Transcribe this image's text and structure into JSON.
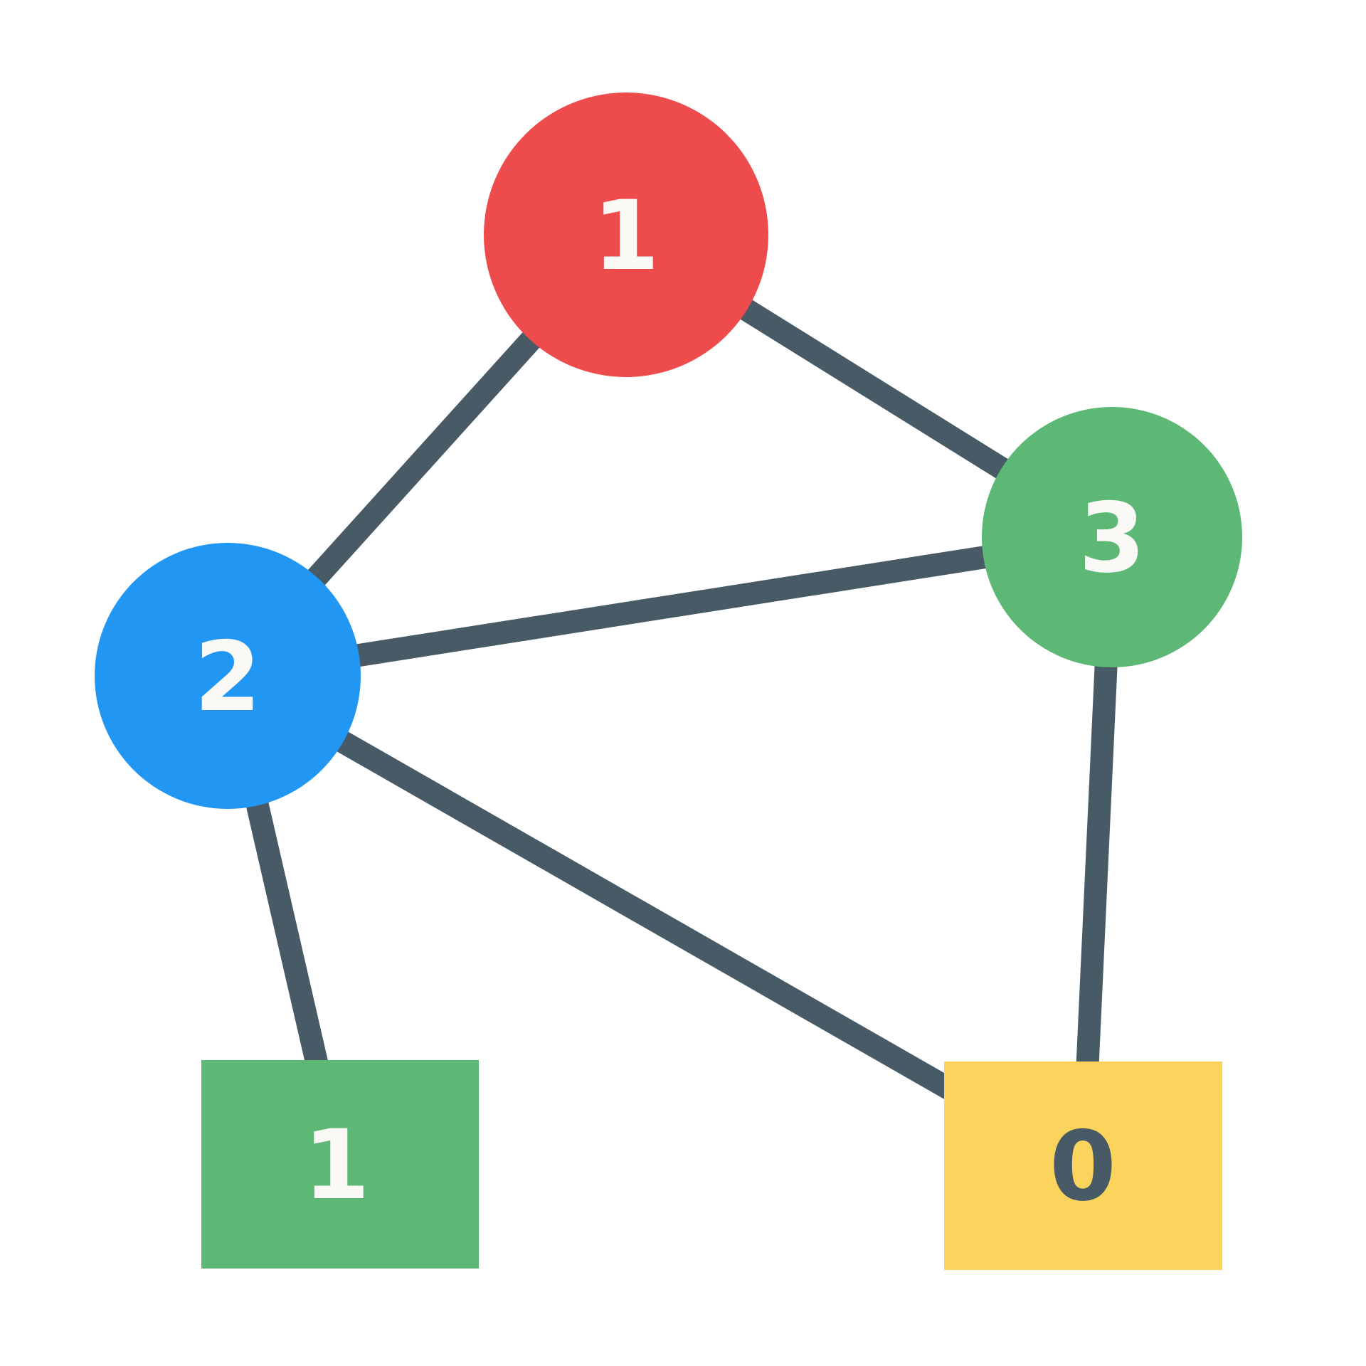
{
  "diagram": {
    "type": "network-graph",
    "background": "#ffffff",
    "edge_color": "#475a66",
    "nodes": [
      {
        "id": "node-1",
        "shape": "circle",
        "label": "1",
        "color": "#ee4c4c",
        "label_color": "#fbf9f6"
      },
      {
        "id": "node-2",
        "shape": "circle",
        "label": "2",
        "color": "#2196f3",
        "label_color": "#fbf9f6"
      },
      {
        "id": "node-3",
        "shape": "circle",
        "label": "3",
        "color": "#5cb874",
        "label_color": "#fbf9f6"
      },
      {
        "id": "box-1",
        "shape": "rect",
        "label": "1",
        "color": "#5cb874",
        "label_color": "#fbf9f6"
      },
      {
        "id": "box-0",
        "shape": "rect",
        "label": "0",
        "color": "#fad45c",
        "label_color": "#475a66"
      }
    ],
    "edges": [
      {
        "from": "node-1",
        "to": "node-2"
      },
      {
        "from": "node-1",
        "to": "node-3"
      },
      {
        "from": "node-2",
        "to": "node-3"
      },
      {
        "from": "node-2",
        "to": "box-1"
      },
      {
        "from": "node-2",
        "to": "box-0"
      },
      {
        "from": "node-3",
        "to": "box-0"
      }
    ]
  }
}
